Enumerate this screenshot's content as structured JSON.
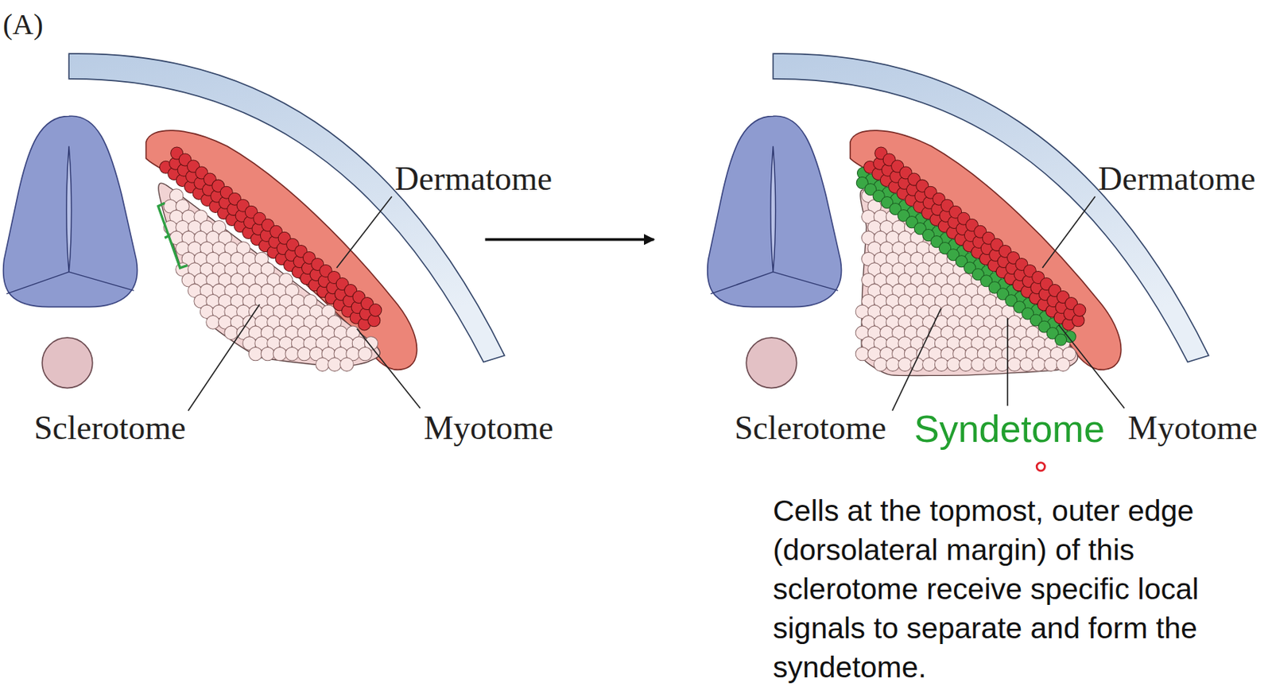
{
  "diagram": {
    "labels": [
      "(A)",
      "Dermatome",
      "Sclerotome",
      "Myotome",
      "Dermatome",
      "Sclerotome",
      "Syndetome",
      "Myotome",
      "Cells at the topmost, outer edge (dorsolateral margin) of this sclerotome receive specific local signals to separate and form the syndetome."
    ]
  }
}
